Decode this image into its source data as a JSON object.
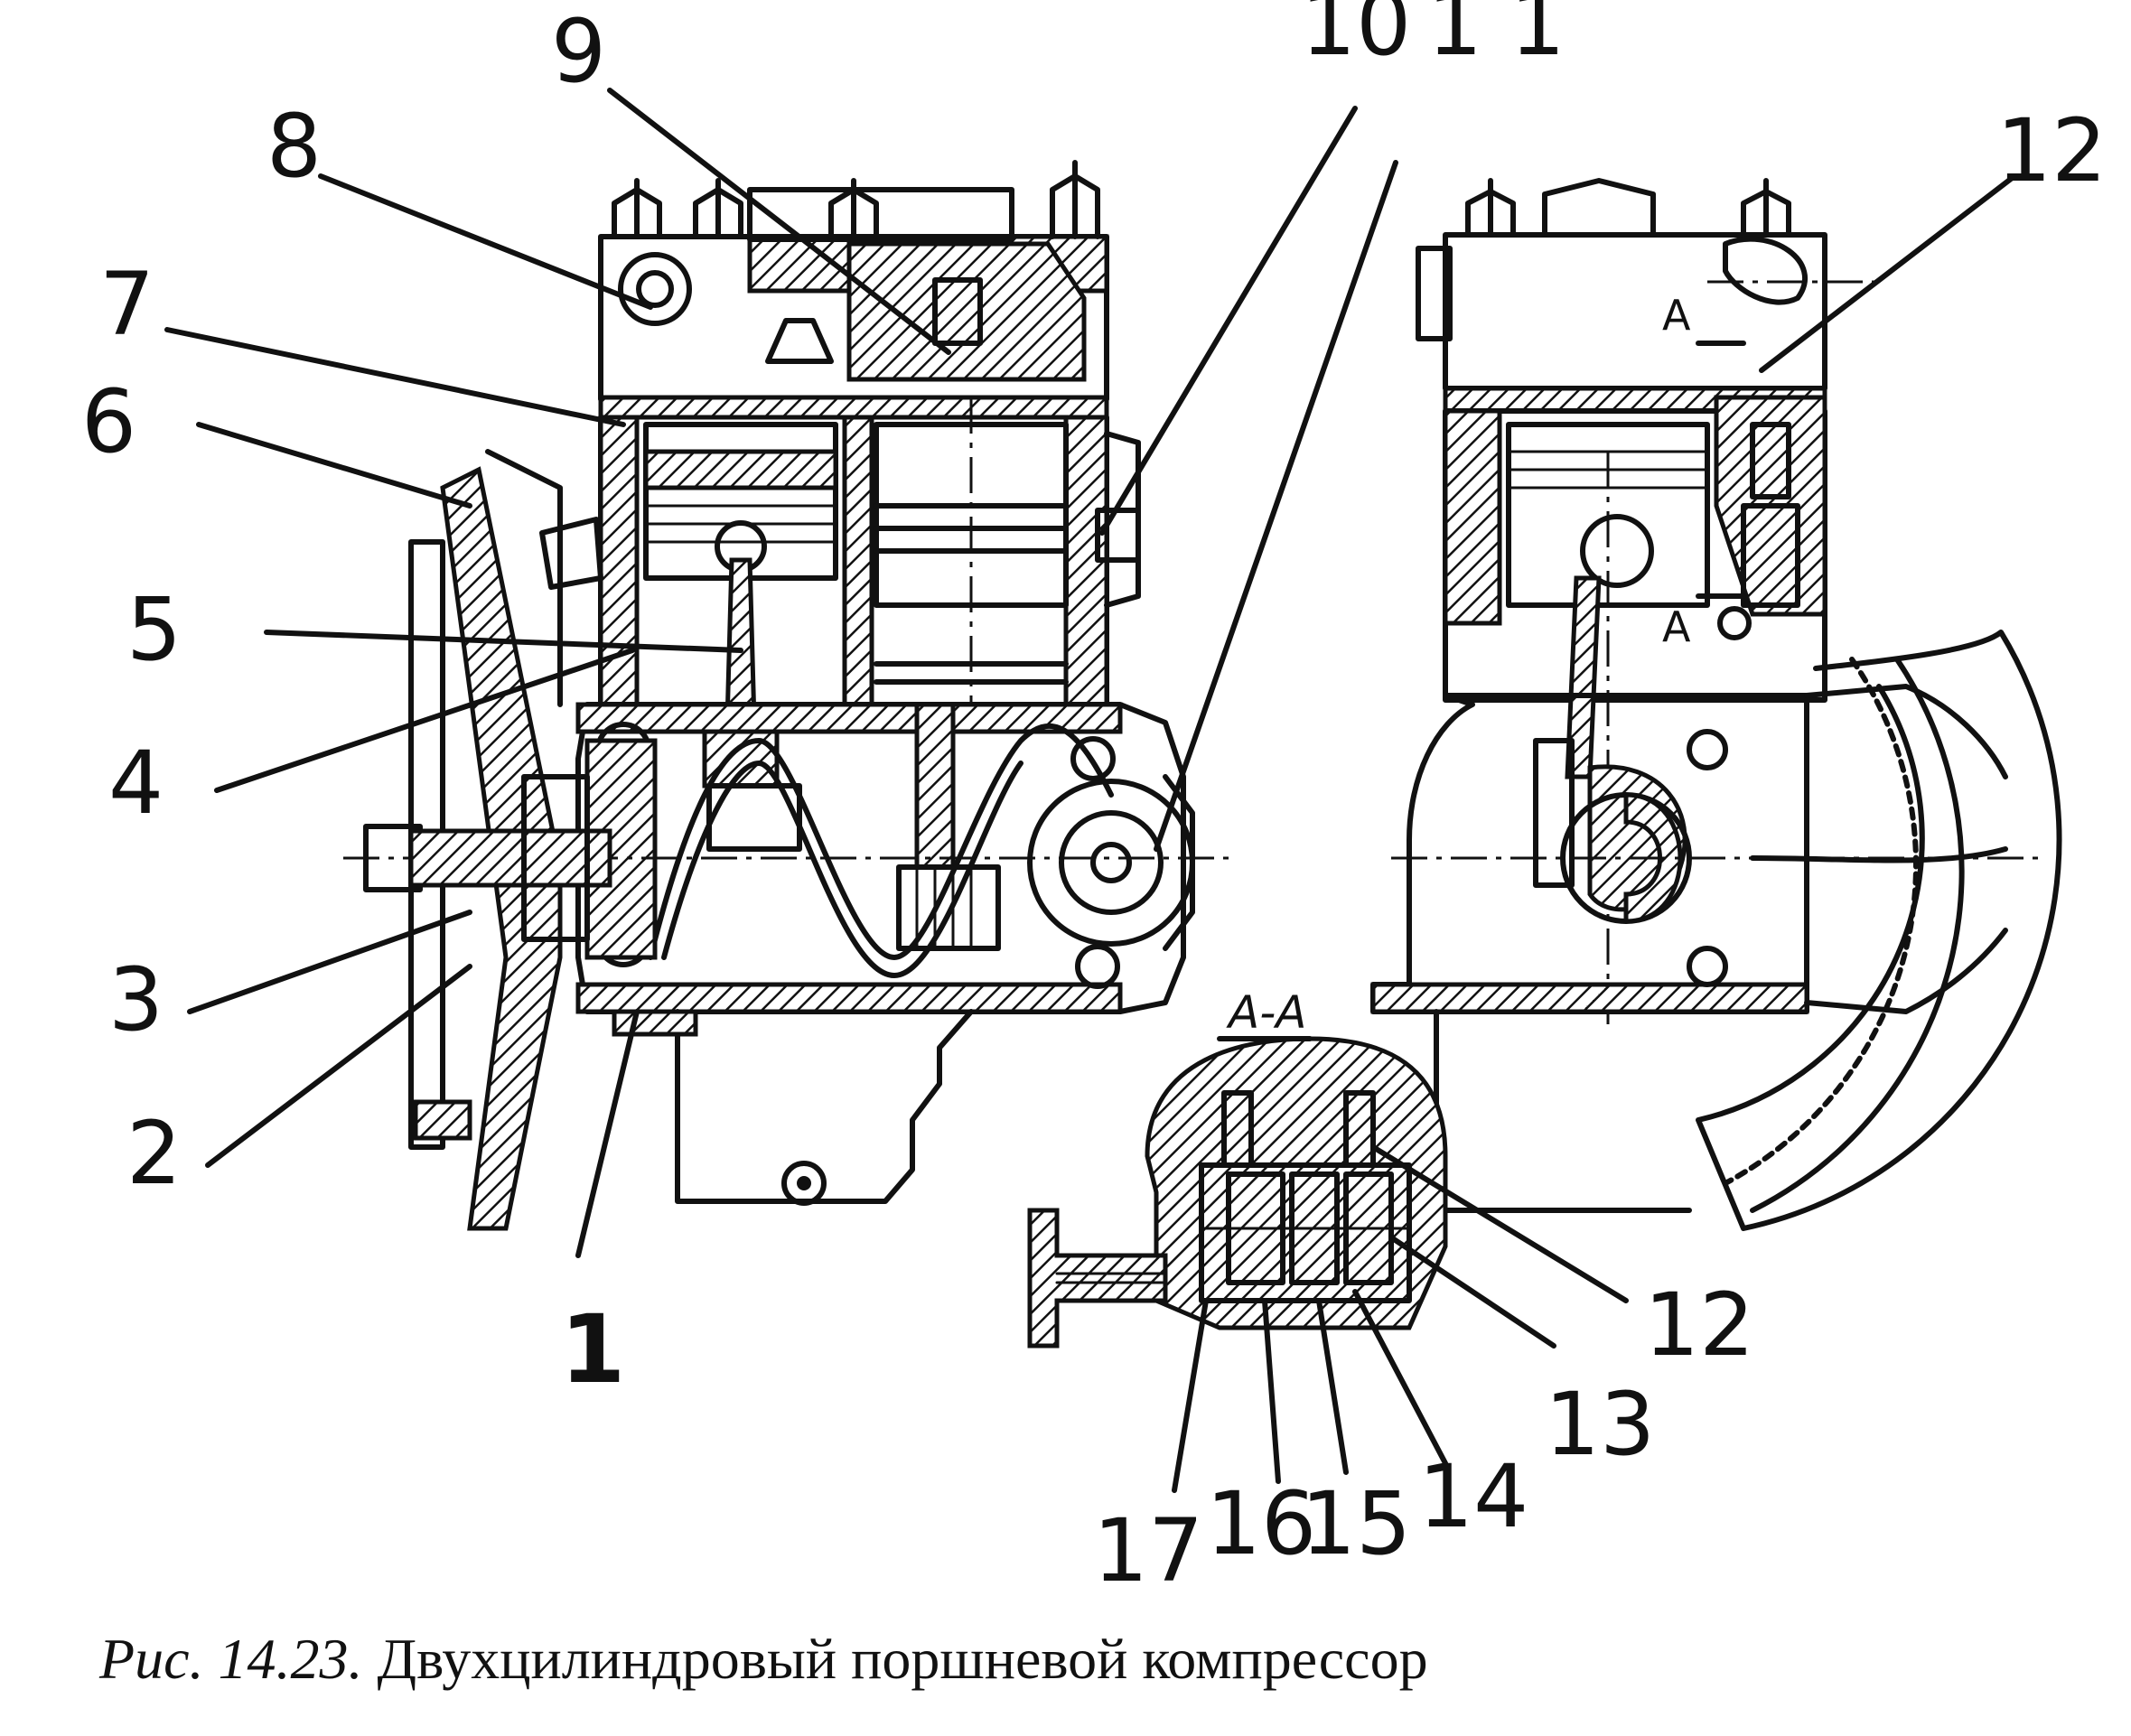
{
  "caption": {
    "figure_label": "Рис. 14.23.",
    "title": "Двухцилиндровый поршневой компрессор"
  },
  "callouts": {
    "c1": "1",
    "c2": "2",
    "c3": "3",
    "c4": "4",
    "c5": "5",
    "c6": "6",
    "c7": "7",
    "c8": "8",
    "c9": "9",
    "c10": "10",
    "c11": "1 1",
    "c12_top": "12",
    "c12_detail": "12",
    "c13": "13",
    "c14": "14",
    "c15": "15",
    "c16": "16",
    "c17": "17"
  },
  "section": {
    "title": "A-A",
    "mark_upper": "A",
    "mark_lower": "A"
  }
}
